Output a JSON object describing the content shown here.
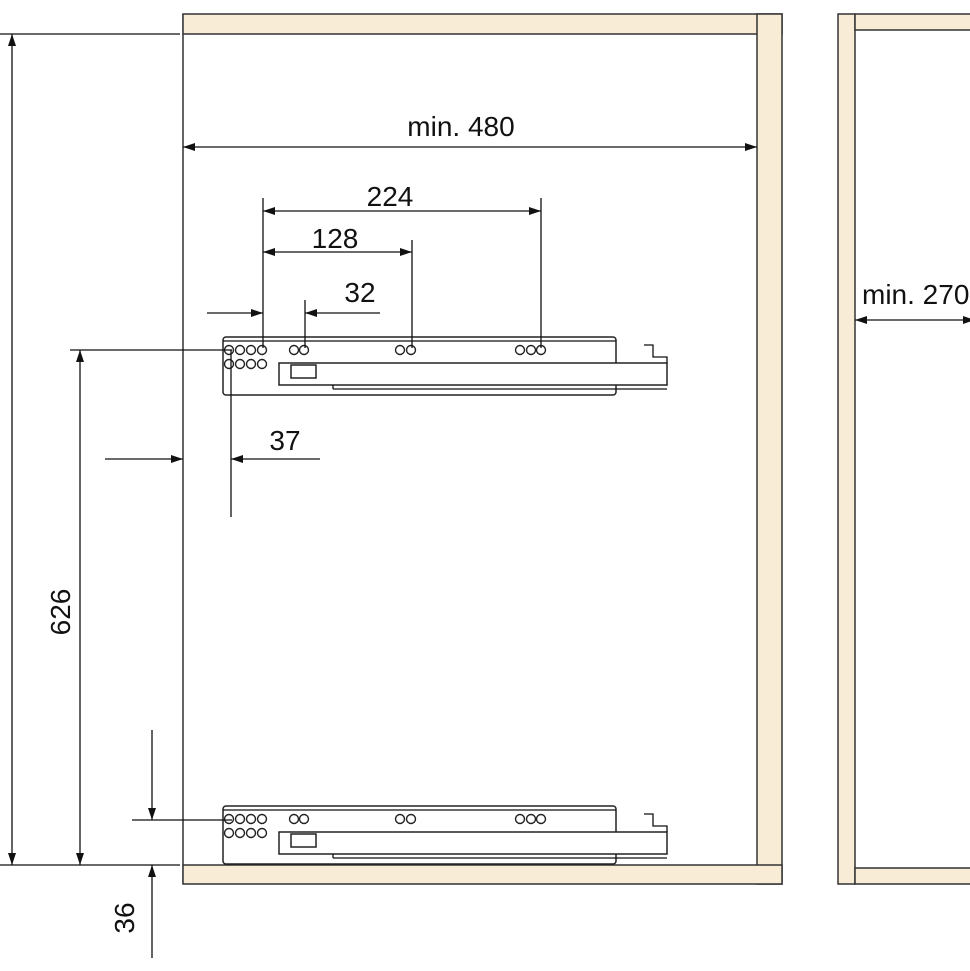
{
  "dimensions": {
    "cabinet_inner_width": "min. 480",
    "hole_spacing_224": "224",
    "hole_spacing_128": "128",
    "hole_spacing_32": "32",
    "setback": "37",
    "drawer_height": "626",
    "bottom_offset": "36",
    "second_cabinet_width": "min. 270"
  },
  "colors": {
    "panel": "#f8ecd6",
    "line": "#111111"
  }
}
